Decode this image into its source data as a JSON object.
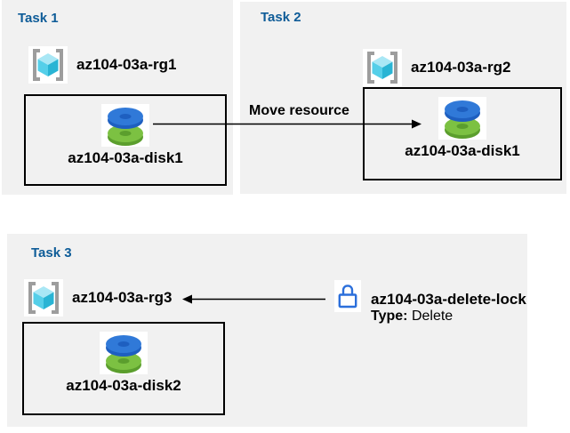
{
  "tasks": [
    {
      "title": "Task 1",
      "resource_group": "az104-03a-rg1",
      "disk": "az104-03a-disk1"
    },
    {
      "title": "Task 2",
      "resource_group": "az104-03a-rg2",
      "disk": "az104-03a-disk1"
    },
    {
      "title": "Task 3",
      "resource_group": "az104-03a-rg3",
      "disk": "az104-03a-disk2"
    }
  ],
  "move_arrow_label": "Move resource",
  "lock": {
    "name": "az104-03a-delete-lock",
    "type_label": "Type:",
    "type_value": "Delete"
  },
  "colors": {
    "panel_bg": "#f1f1f1",
    "task_title_blue": "#0e5c98",
    "text_black": "#000000",
    "arrow_black": "#000000",
    "disk_blue_top": "#3079d8",
    "disk_blue_side": "#1e5fc0",
    "disk_green_top": "#7cc142",
    "disk_green_side": "#5b9e2d",
    "cube_top": "#a9e7f5",
    "cube_left": "#55cfe9",
    "cube_right": "#29b4d4",
    "bracket_gray": "#9d9d9d",
    "lock_blue": "#2b6fdb"
  }
}
